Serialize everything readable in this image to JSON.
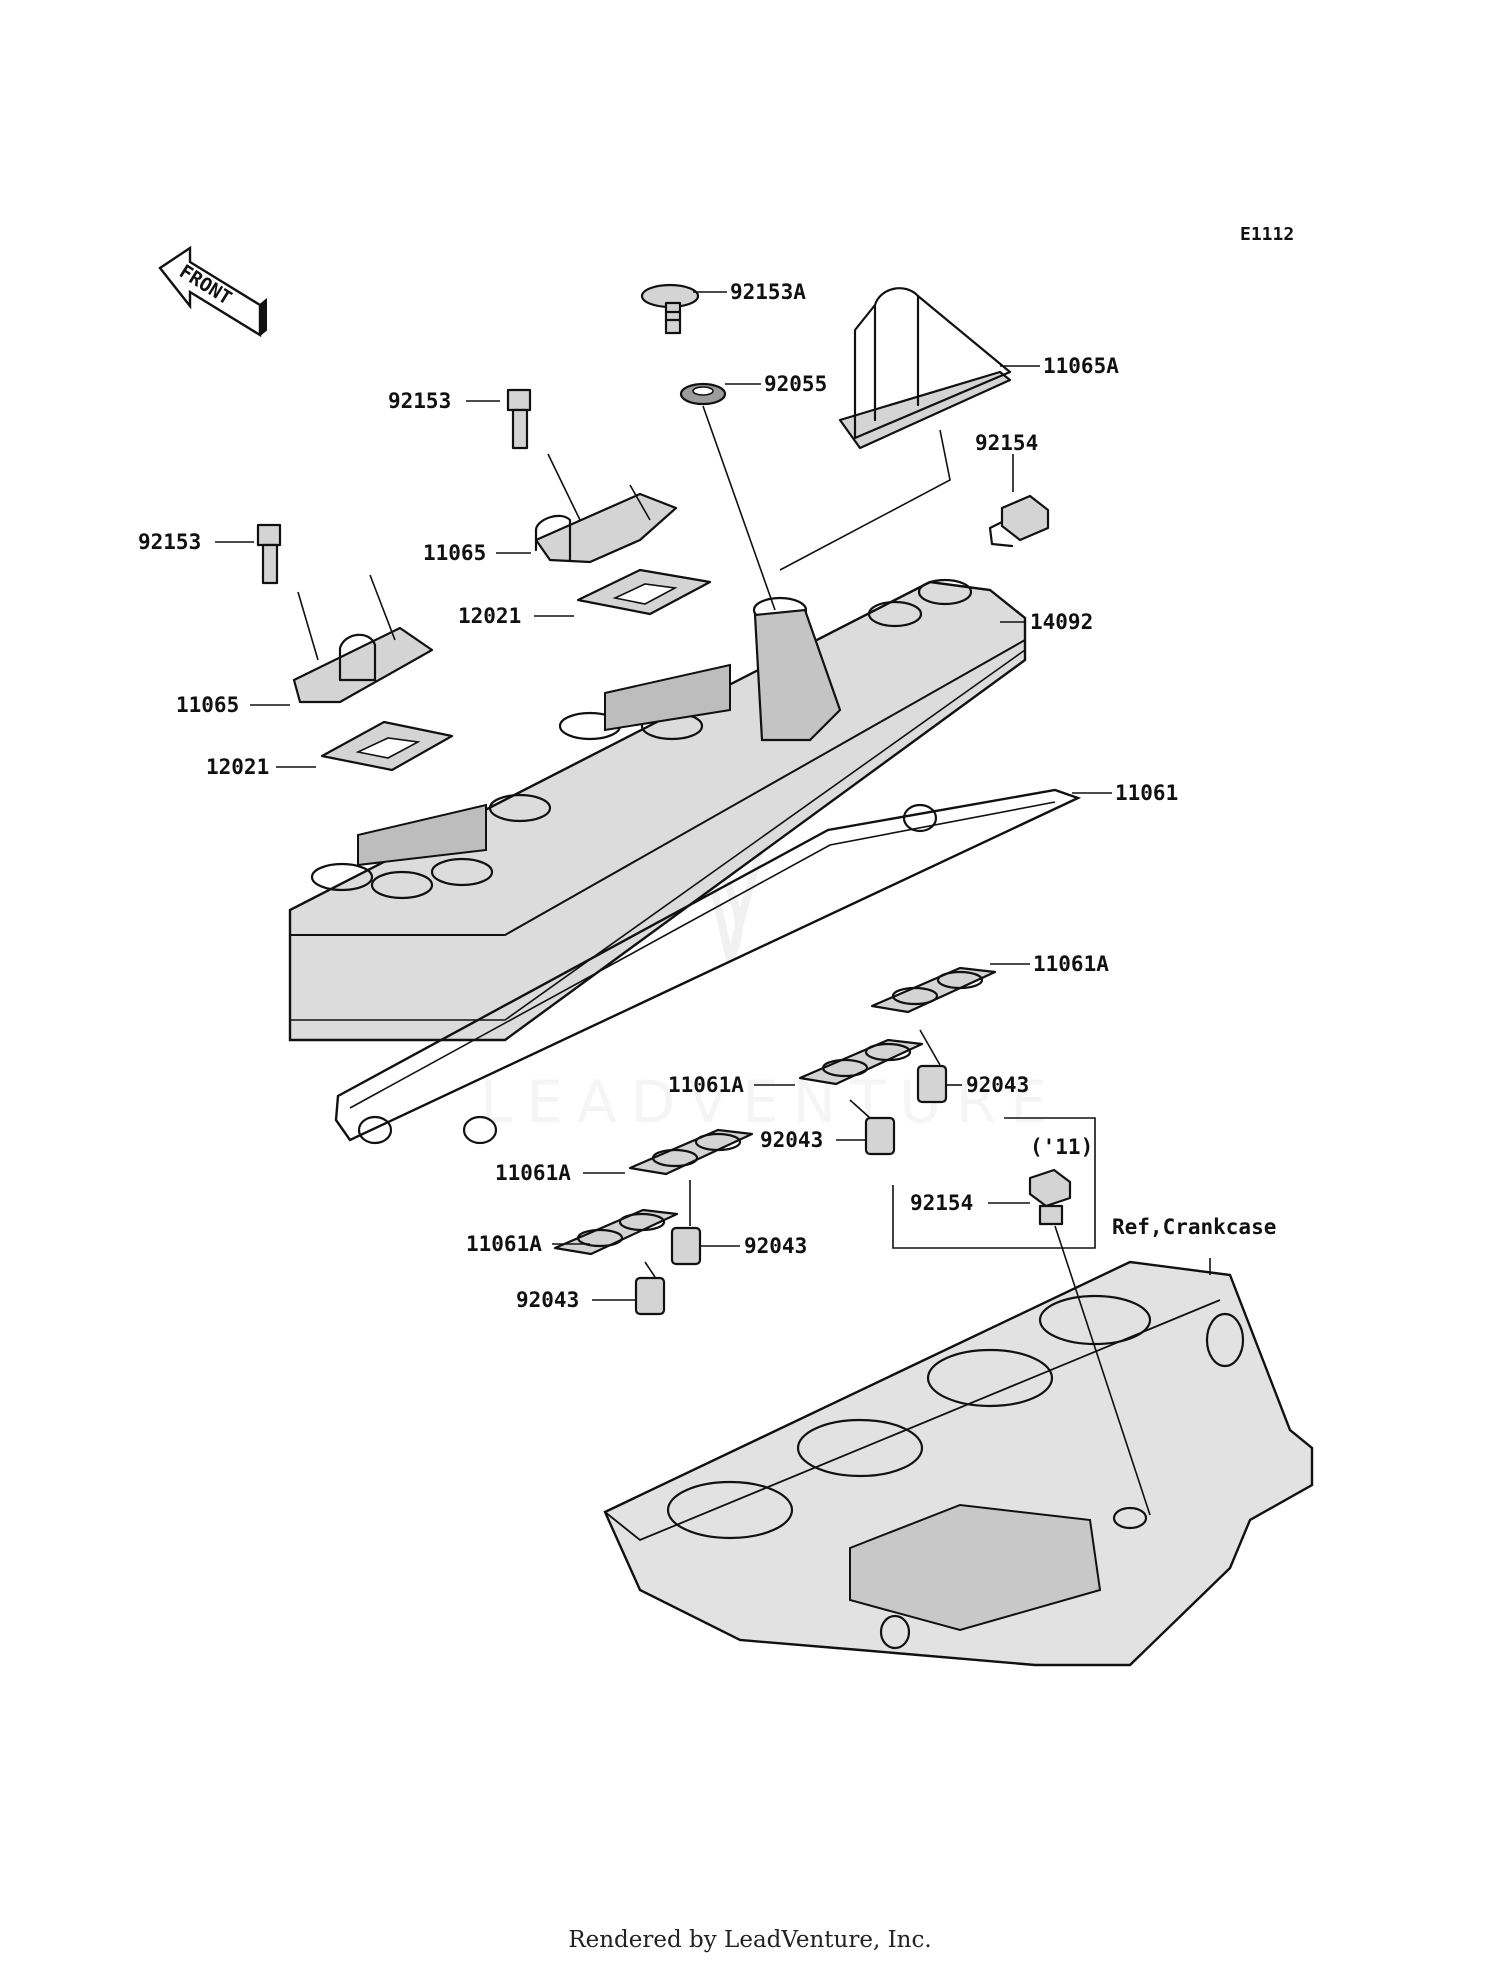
{
  "diagram_code": "E1112",
  "front_arrow_text": "FRONT",
  "labels": {
    "l_92153A": "92153A",
    "l_92055": "92055",
    "l_11065A": "11065A",
    "l_92154_top": "92154",
    "l_92153_a": "92153",
    "l_92153_b": "92153",
    "l_11065_a": "11065",
    "l_11065_b": "11065",
    "l_12021_a": "12021",
    "l_12021_b": "12021",
    "l_14092": "14092",
    "l_11061": "11061",
    "l_11061A_a": "11061A",
    "l_11061A_b": "11061A",
    "l_11061A_c": "11061A",
    "l_11061A_d": "11061A",
    "l_92043_a": "92043",
    "l_92043_b": "92043",
    "l_92043_c": "92043",
    "l_92043_d": "92043",
    "l_year": "('11)",
    "l_92154_bottom": "92154",
    "l_ref": "Ref,Crankcase"
  },
  "watermark": "LEADVENTURE",
  "footer": "Rendered by LeadVenture, Inc."
}
